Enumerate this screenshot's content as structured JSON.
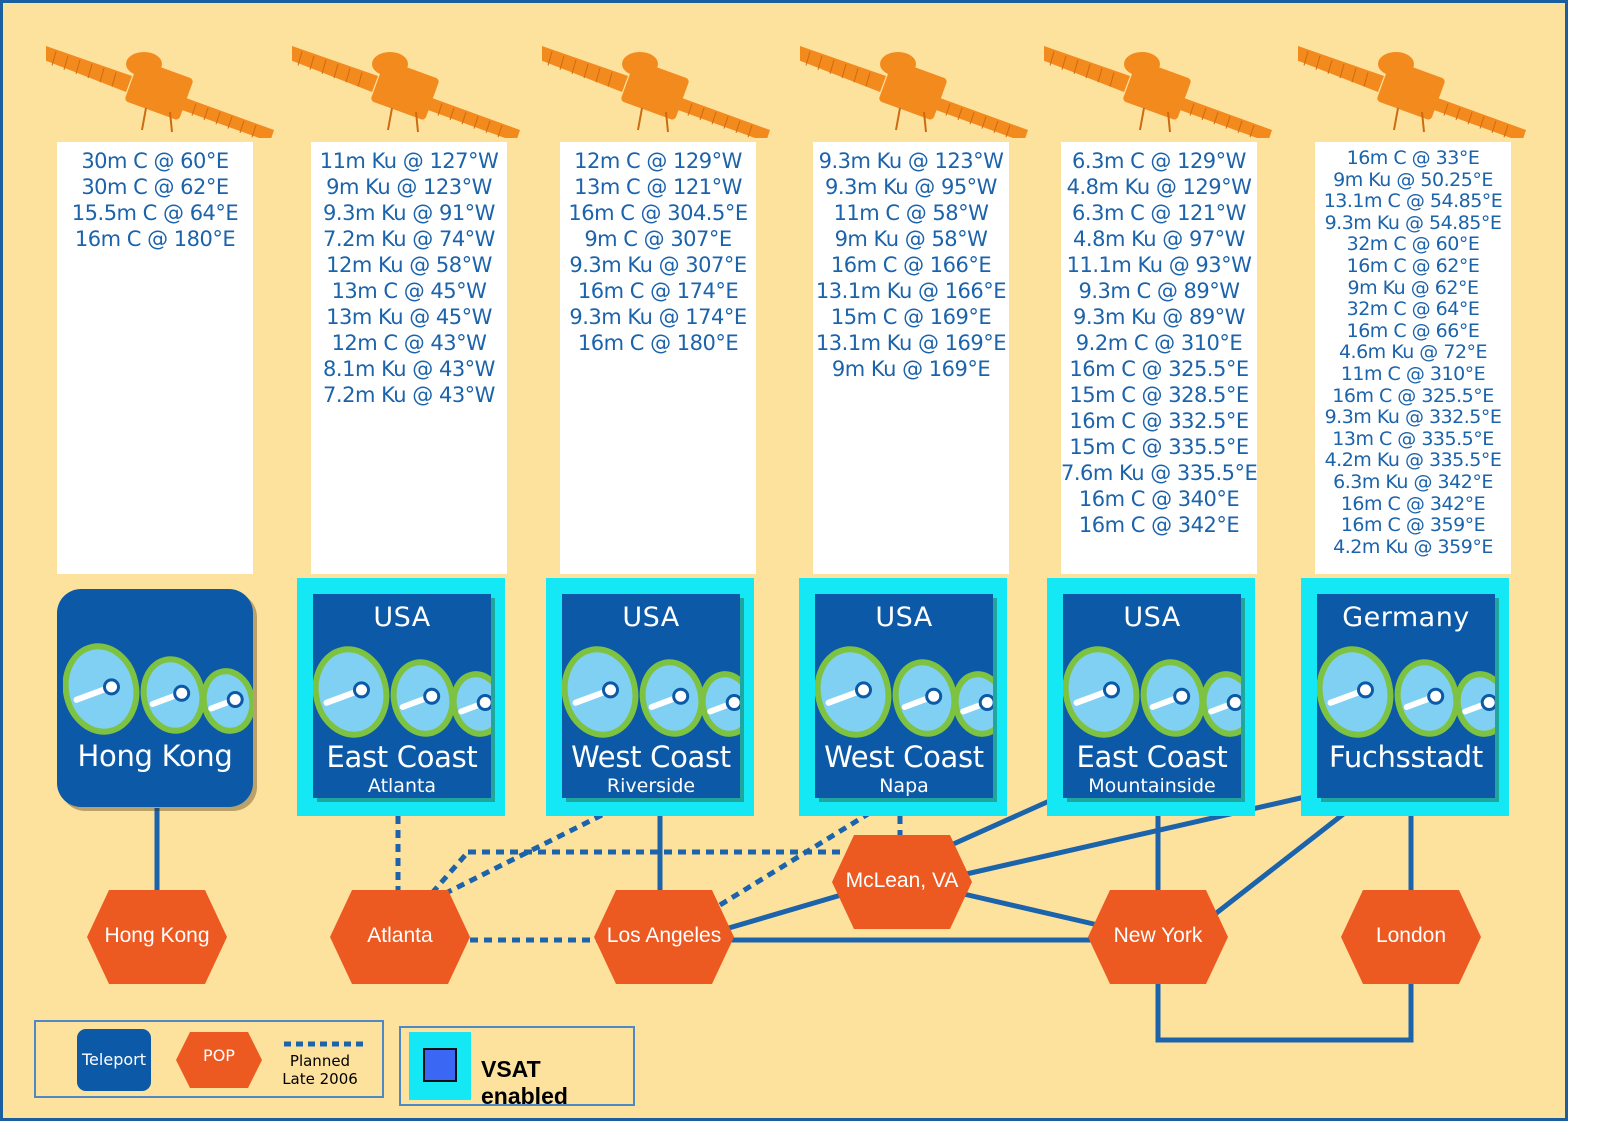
{
  "colors": {
    "background": "#fde29e",
    "teleport": "#0b59a7",
    "pop": "#ec5a22",
    "vsat_highlight": "#13e8f4",
    "link": "#1b63ab",
    "satellite": "#f28a1e",
    "dish": "#7fd0f2",
    "dish_rim": "#7ec241"
  },
  "satellite_icon": "satellite-icon",
  "columns": [
    {
      "id": "hongkong",
      "vsat": false,
      "country": "",
      "location": "Hong Kong",
      "city": "",
      "antennas": [
        "30m C @ 60°E",
        "30m C @ 62°E",
        "15.5m C @ 64°E",
        "16m C @ 180°E"
      ]
    },
    {
      "id": "atlanta",
      "vsat": true,
      "country": "USA",
      "location": "East Coast",
      "city": "Atlanta",
      "antennas": [
        "11m Ku @ 127°W",
        "9m Ku @ 123°W",
        "9.3m Ku @ 91°W",
        "7.2m Ku @ 74°W",
        "12m Ku @ 58°W",
        "13m C @ 45°W",
        "13m Ku @ 45°W",
        "12m C @ 43°W",
        "8.1m Ku @ 43°W",
        "7.2m Ku @ 43°W"
      ]
    },
    {
      "id": "riverside",
      "vsat": true,
      "country": "USA",
      "location": "West Coast",
      "city": "Riverside",
      "antennas": [
        "12m C @ 129°W",
        "13m C @ 121°W",
        "16m C @ 304.5°E",
        "9m C @ 307°E",
        "9.3m Ku @ 307°E",
        "16m C @ 174°E",
        "9.3m Ku @ 174°E",
        "16m C @ 180°E"
      ]
    },
    {
      "id": "napa",
      "vsat": true,
      "country": "USA",
      "location": "West Coast",
      "city": "Napa",
      "antennas": [
        "9.3m Ku @ 123°W",
        "9.3m Ku @ 95°W",
        "11m C @ 58°W",
        "9m Ku @ 58°W",
        "16m C @ 166°E",
        "13.1m Ku @ 166°E",
        "15m C @ 169°E",
        "13.1m Ku @ 169°E",
        "9m Ku @ 169°E"
      ]
    },
    {
      "id": "mountainside",
      "vsat": true,
      "country": "USA",
      "location": "East Coast",
      "city": "Mountainside",
      "antennas": [
        "6.3m C @ 129°W",
        "4.8m Ku @ 129°W",
        "6.3m C @ 121°W",
        "4.8m Ku @ 97°W",
        "11.1m Ku @ 93°W",
        "9.3m C @ 89°W",
        "9.3m Ku @ 89°W",
        "9.2m C @ 310°E",
        "16m C @ 325.5°E",
        "15m C @ 328.5°E",
        "16m C @ 332.5°E",
        "15m C @ 335.5°E",
        "7.6m Ku @ 335.5°E",
        "16m C @ 340°E",
        "16m C @ 342°E"
      ]
    },
    {
      "id": "fuchsstadt",
      "vsat": true,
      "country": "Germany",
      "location": "Fuchsstadt",
      "city": "",
      "antennas": [
        "16m C @ 33°E",
        "9m Ku @ 50.25°E",
        "13.1m C @ 54.85°E",
        "9.3m Ku @ 54.85°E",
        "32m C @ 60°E",
        "16m C @ 62°E",
        "9m Ku @ 62°E",
        "32m C @ 64°E",
        "16m C @ 66°E",
        "4.6m Ku @ 72°E",
        "11m C @ 310°E",
        "16m C @ 325.5°E",
        "9.3m Ku @ 332.5°E",
        "13m C @ 335.5°E",
        "4.2m Ku @ 335.5°E",
        "6.3m Ku @ 342°E",
        "16m C @ 342°E",
        "16m C @ 359°E",
        "4.2m Ku @ 359°E"
      ]
    }
  ],
  "pops": [
    {
      "id": "hongkong",
      "label": "Hong Kong"
    },
    {
      "id": "atlanta",
      "label": "Atlanta"
    },
    {
      "id": "losangeles",
      "label": "Los Angeles"
    },
    {
      "id": "mclean",
      "label": "McLean, VA"
    },
    {
      "id": "newyork",
      "label": "New York"
    },
    {
      "id": "london",
      "label": "London"
    }
  ],
  "legend": {
    "teleport": "Teleport",
    "pop": "POP",
    "planned_line1": "Planned",
    "planned_line2": "Late 2006",
    "vsat": "VSAT enabled"
  }
}
